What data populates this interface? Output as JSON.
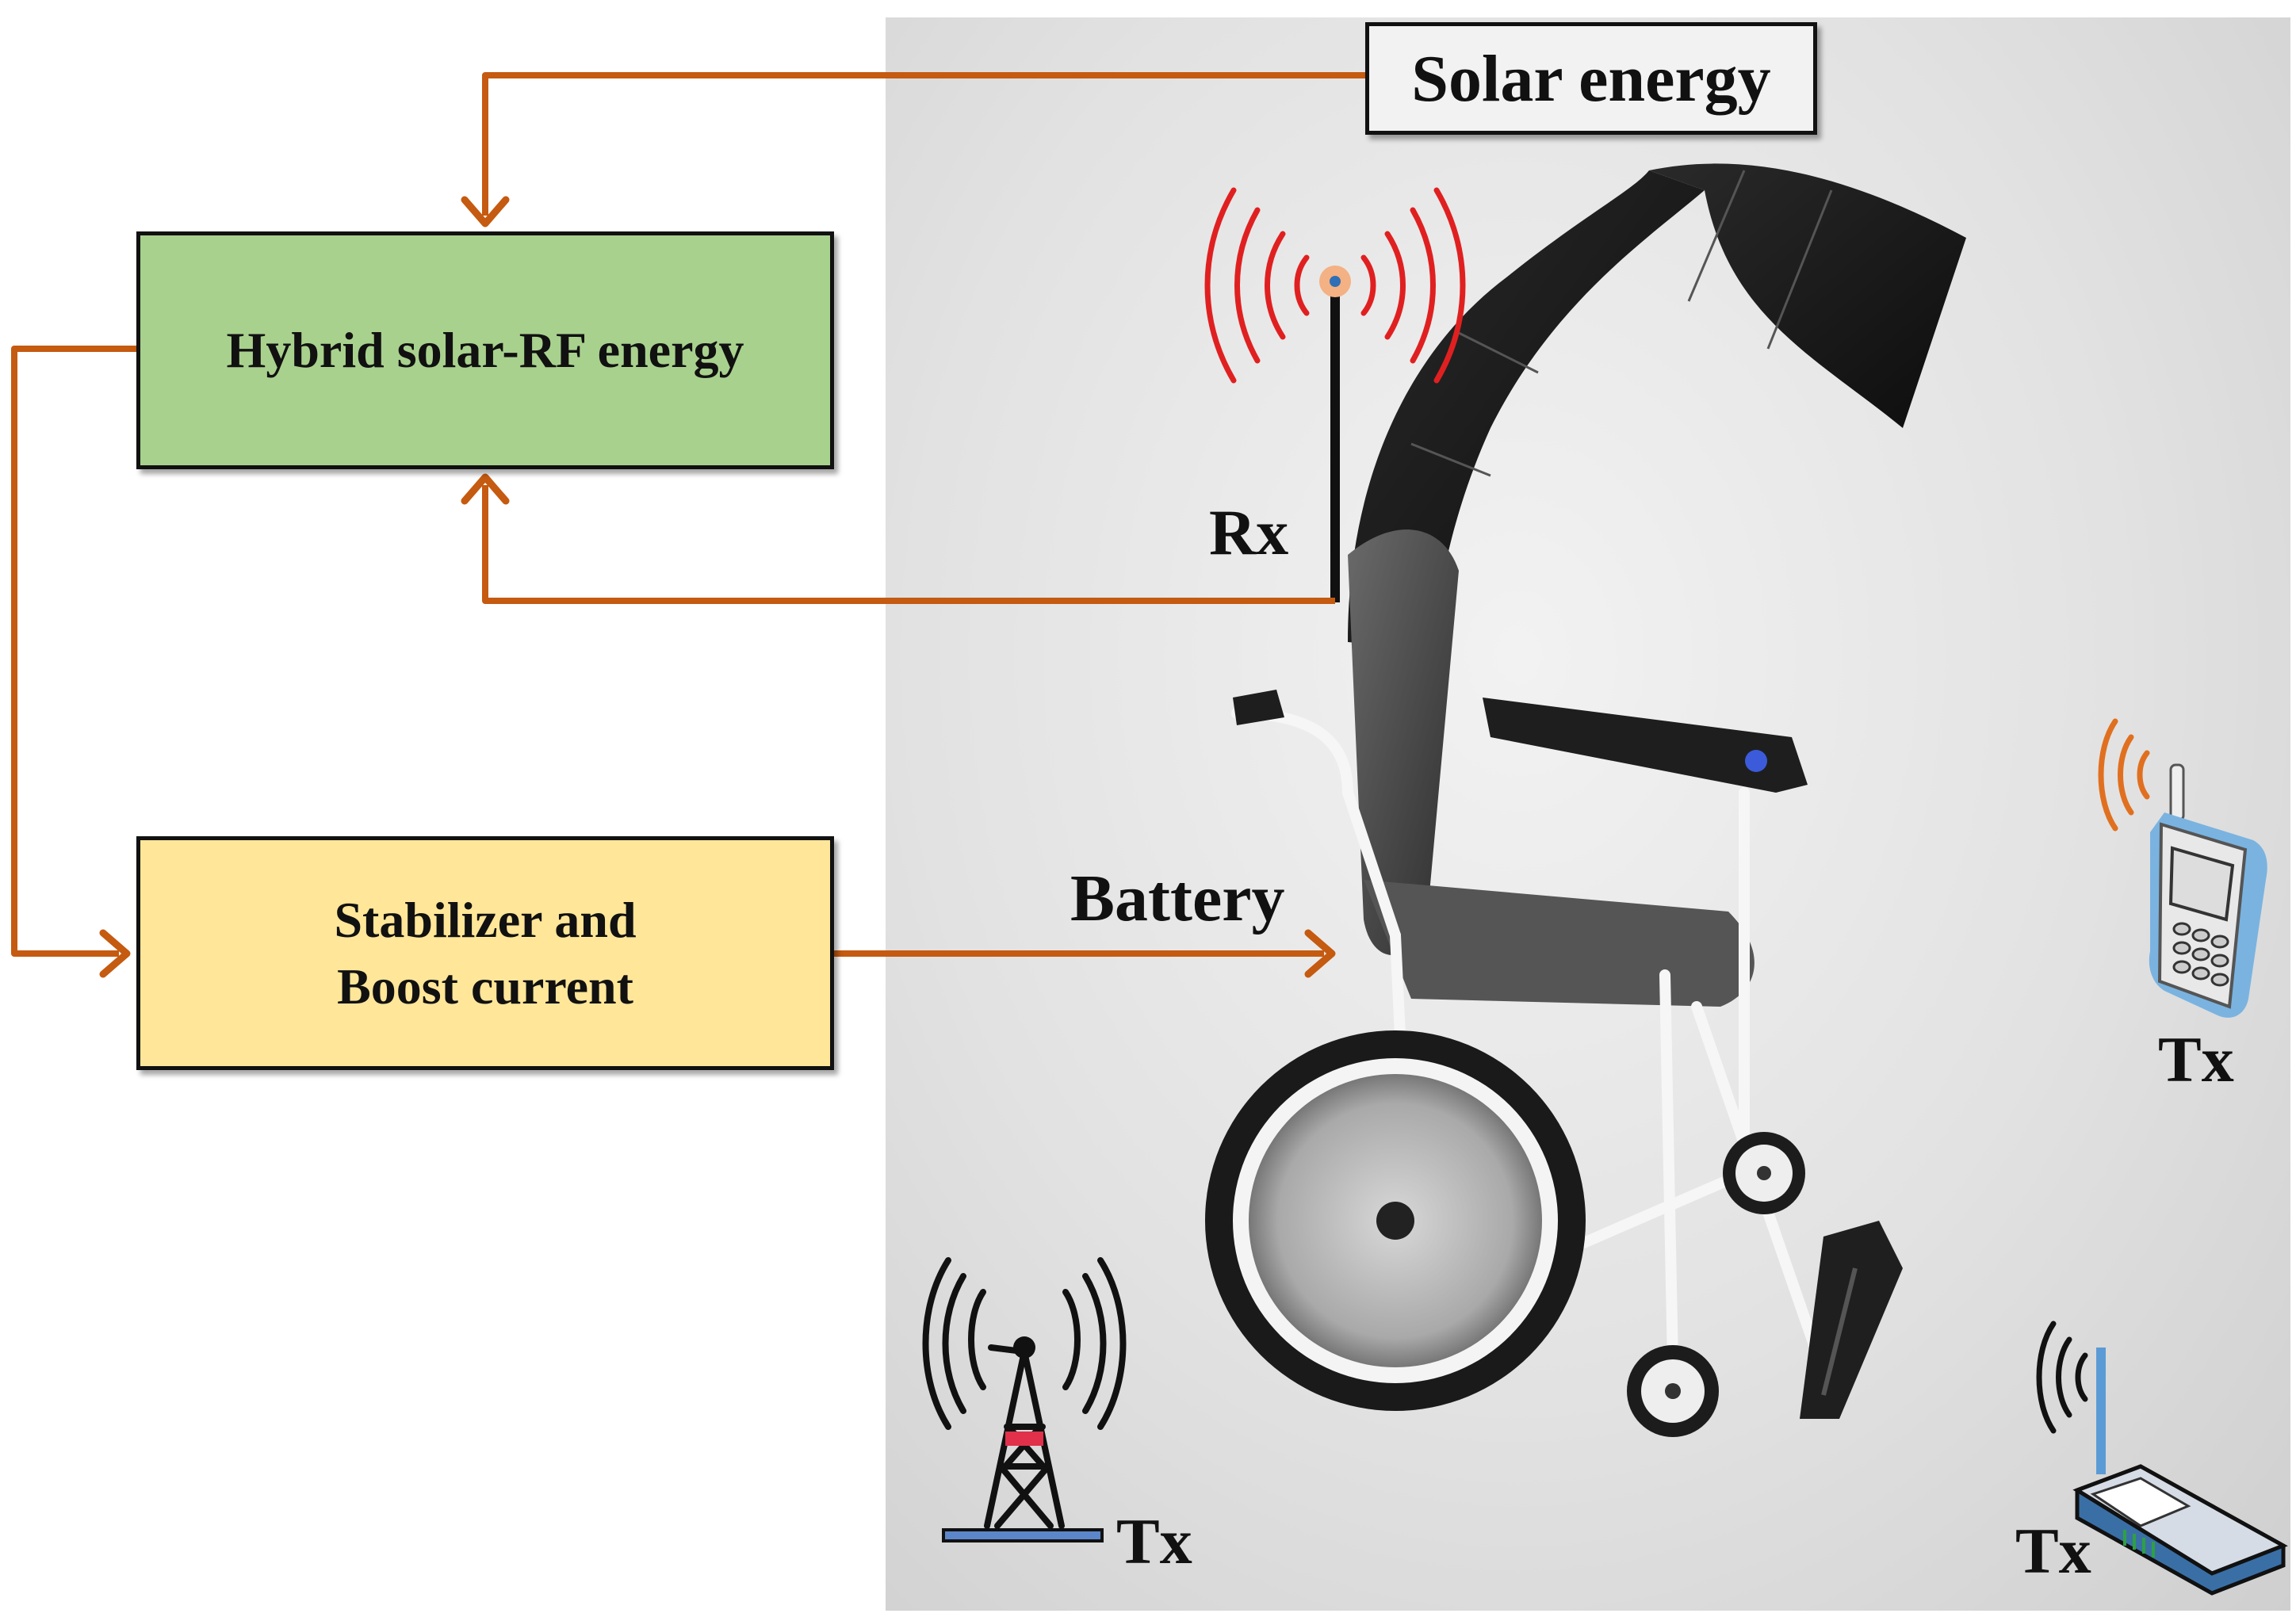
{
  "boxes": {
    "hybrid": "Hybrid solar-RF energy",
    "stabilizer_line1": "Stabilizer and",
    "stabilizer_line2": "Boost current",
    "solar": "Solar energy"
  },
  "labels": {
    "rx": "Rx",
    "battery": "Battery",
    "tx": "Tx"
  },
  "colors": {
    "arrow": "#c55a11",
    "hybrid_fill": "#a9d18e",
    "stabilizer_fill": "#ffe699",
    "rf_waves": "#e02020",
    "phone_waves": "#e07020",
    "router": "#3a6fa6"
  },
  "icons": [
    "solar-panel-icon",
    "wheelchair-icon",
    "antenna-icon",
    "cell-tower-icon",
    "mobile-phone-icon",
    "wifi-router-icon"
  ]
}
